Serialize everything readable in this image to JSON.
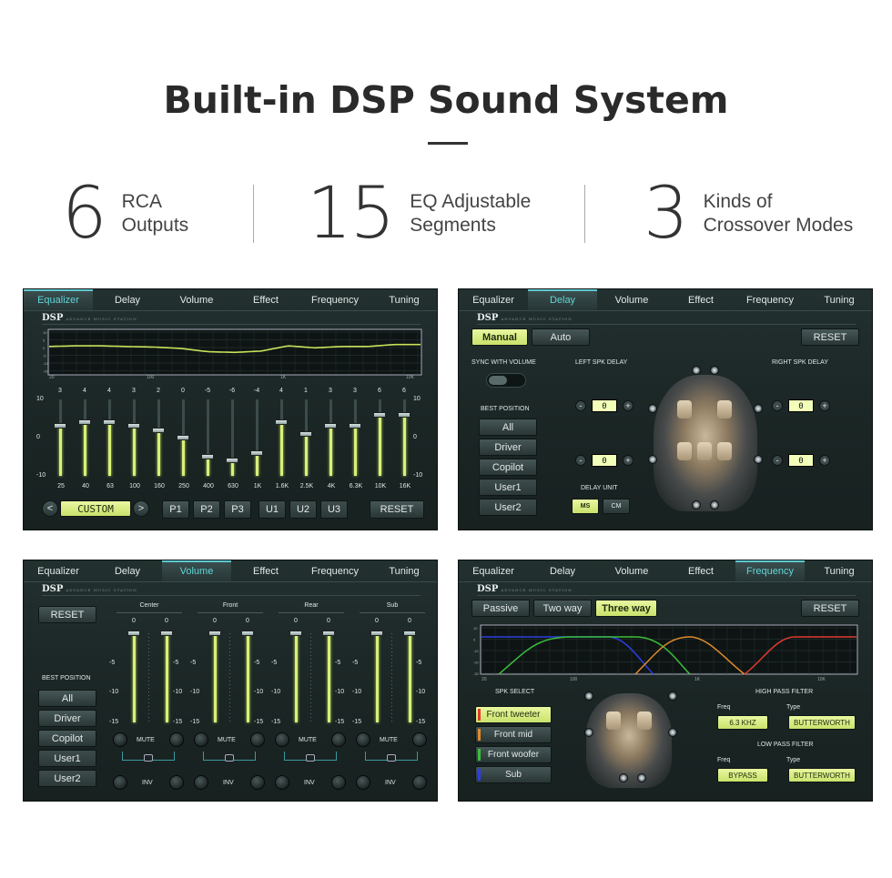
{
  "headline": "Built-in DSP Sound System",
  "stats": [
    {
      "num": "6",
      "line1": "RCA",
      "line2": "Outputs"
    },
    {
      "num": "15",
      "line1": "EQ Adjustable",
      "line2": "Segments"
    },
    {
      "num": "3",
      "line1": "Kinds of",
      "line2": "Crossover Modes"
    }
  ],
  "tabs": [
    "Equalizer",
    "Delay",
    "Volume",
    "Effect",
    "Frequency",
    "Tuning"
  ],
  "dsp_logo": "DSP",
  "dsp_sub": "ADVANCE MUSIC STATION",
  "accent": "#d8ef7a",
  "tab_accent": "#5fd6d9",
  "eq": {
    "graph_x": [
      "20",
      "100",
      "1K",
      "10K"
    ],
    "graph_y": [
      "10",
      "5",
      "0",
      "-5",
      "-10",
      "-20"
    ],
    "bands": [
      "25",
      "40",
      "63",
      "100",
      "160",
      "250",
      "400",
      "630",
      "1K",
      "1.6K",
      "2.5K",
      "4K",
      "6.3K",
      "10K",
      "16K"
    ],
    "gains": [
      3,
      4,
      4,
      3,
      2,
      0,
      -5,
      -6,
      -4,
      4,
      1,
      3,
      3,
      6,
      6
    ],
    "scale": [
      "10",
      "0",
      "-10"
    ],
    "preset": "CUSTOM",
    "prev": "<",
    "next": ">",
    "presets": [
      "P1",
      "P2",
      "P3",
      "U1",
      "U2",
      "U3"
    ],
    "reset": "RESET"
  },
  "delay": {
    "manual": "Manual",
    "auto": "Auto",
    "reset": "RESET",
    "sync": "SYNC WITH VOLUME",
    "left": "LEFT SPK DELAY",
    "right": "RIGHT SPK DELAY",
    "best": "BEST POSITION",
    "positions": [
      "All",
      "Driver",
      "Copilot",
      "User1",
      "User2"
    ],
    "values": [
      "0",
      "0",
      "0",
      "0"
    ],
    "unit_label": "DELAY UNIT",
    "units": [
      "MS",
      "CM"
    ],
    "minus": "-",
    "plus": "+"
  },
  "volume": {
    "reset": "RESET",
    "best": "BEST POSITION",
    "positions": [
      "All",
      "Driver",
      "Copilot",
      "User1",
      "User2"
    ],
    "groups": [
      "Center",
      "Front",
      "Rear",
      "Sub"
    ],
    "top_val": "0",
    "scale": [
      "0",
      "-5",
      "-10",
      "-15"
    ],
    "mute": "MUTE",
    "inv": "INV"
  },
  "frequency": {
    "modes": [
      "Passive",
      "Two way",
      "Three way"
    ],
    "reset": "RESET",
    "graph_x": [
      "20",
      "100",
      "1K",
      "10K"
    ],
    "graph_y": [
      "10",
      "0",
      "-10",
      "-20",
      "-30"
    ],
    "spk_select": "SPK SELECT",
    "speakers": [
      {
        "name": "Front tweeter",
        "color": "#e03a2e"
      },
      {
        "name": "Front mid",
        "color": "#e08b2a"
      },
      {
        "name": "Front woofer",
        "color": "#3bbf3b"
      },
      {
        "name": "Sub",
        "color": "#2b3fe0"
      }
    ],
    "hpf": "HIGH PASS FILTER",
    "lpf": "LOW PASS FILTER",
    "freq_label": "Freq",
    "type_label": "Type",
    "hpf_freq": "6.3 KHZ",
    "hpf_type": "BUTTERWORTH",
    "lpf_freq": "BYPASS",
    "lpf_type": "BUTTERWORTH"
  }
}
